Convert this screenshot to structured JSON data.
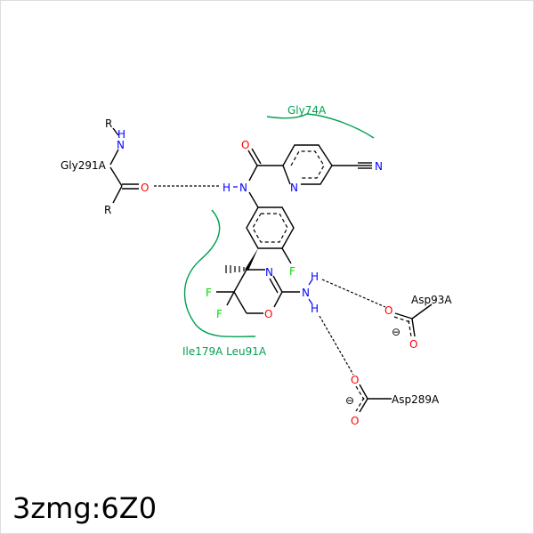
{
  "title": "3zmg:6Z0",
  "residues": {
    "gly291": "Gly291A",
    "gly74": "Gly74A",
    "ile_leu": "Ile179A Leu91A",
    "asp93": "Asp93A",
    "asp289": "Asp289A"
  },
  "atoms": {
    "R": "R",
    "N": "N",
    "H": "H",
    "O": "O",
    "F": "F",
    "minus": "⊖"
  },
  "colors": {
    "nitrogen": "#0000ff",
    "oxygen": "#ff0000",
    "fluorine": "#00dd00",
    "hydrophobic": "#00a050"
  }
}
